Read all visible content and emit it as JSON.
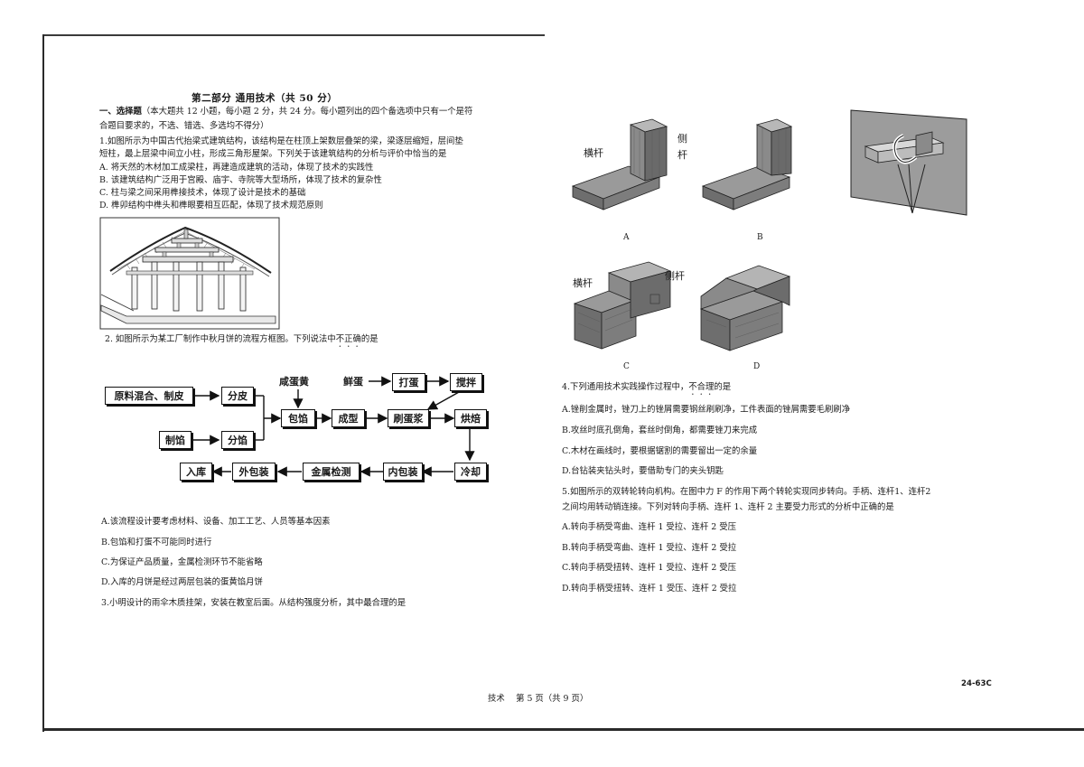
{
  "part_title": "第二部分 通用技术（共 50 分）",
  "section": {
    "heading": "一、选择题",
    "intro_line1": "（本大题共 12 小题，每小题 2 分，共 24 分。每小题列出的四个备选项中只有一个是符",
    "intro_line2": "合题目要求的，不选、错选、多选均不得分）"
  },
  "q1": {
    "stem_line1": "1.如图所示为中国古代抬梁式建筑结构，该结构是在柱顶上架数层叠架的梁，梁逐层缩短，层间垫",
    "stem_line2": "短柱，最上层梁中间立小柱，形成三角形屋架。下列关于该建筑结构的分析与评价中恰当的是",
    "options": [
      "A. 将天然的木材加工成梁柱，再建造成建筑的活动，体现了技术的实践性",
      "B. 该建筑结构广泛用于宫殿、庙宇、寺院等大型场所，体现了技术的复杂性",
      "C. 柱与梁之间采用榫接技术，体现了设计是技术的基础",
      "D. 榫卯结构中榫头和榫眼要相互匹配，体现了技术规范原则"
    ]
  },
  "q2": {
    "stem_pre": "2. 如图所示为某工厂制作中秋月饼的流程方框图。下列说法中",
    "stem_emph": "不正确",
    "stem_post": "的是",
    "flow": {
      "raw_mix": "原料混合、制皮",
      "split_skin": "分皮",
      "salted_yolk": "咸蛋黄",
      "fresh_egg": "鲜蛋",
      "beat_egg": "打蛋",
      "stir": "搅拌",
      "wrap": "包馅",
      "mold": "成型",
      "brush": "刷蛋浆",
      "bake": "烘焙",
      "make_filling": "制馅",
      "split_filling": "分馅",
      "cool": "冷却",
      "inner_pack": "内包装",
      "metal_check": "金属检测",
      "outer_pack": "外包装",
      "store": "入库"
    },
    "options": [
      "A.该流程设计要考虑材料、设备、加工工艺、人员等基本因素",
      "B.包馅和打蛋不可能同时进行",
      "C.为保证产品质量，金属检测环节不能省略",
      "D.入库的月饼是经过两层包装的蛋黄馅月饼"
    ]
  },
  "q3": {
    "stem": "3.小明设计的雨伞木质挂架，安装在教室后面。从结构强度分析，其中最合理的是",
    "fig_labels": {
      "crossbar": "横杆",
      "side_bar_v1": "侧",
      "side_bar_v2": "杆",
      "side_bar": "侧杆"
    },
    "option_letters": [
      "A",
      "B",
      "C",
      "D"
    ]
  },
  "q4": {
    "stem_pre": "4.下列通用技术实践操作过程中，",
    "stem_emph": "不合理",
    "stem_post": "的是",
    "options": [
      "A.锉削金属时，锉刀上的锉屑需要钢丝刷刷净，工件表面的锉屑需要毛刷刷净",
      "B.攻丝时底孔倒角，套丝时倒角，都需要锉刀来完成",
      "C.木材在画线时，要根据锯割的需要留出一定的余量",
      "D.台钻装夹钻头时，要借助专门的夹头钥匙"
    ]
  },
  "q5": {
    "stem_line1": "5.如图所示的双转轮转向机构。在图中力 F 的作用下两个转轮实现同步转向。手柄、连杆1、连杆2",
    "stem_line2": "之间均用转动销连接。下列对转向手柄、连杆 1、连杆 2 主要受力形式的分析中正确的是",
    "options": [
      "A.转向手柄受弯曲、连杆 1 受拉、连杆 2 受压",
      "B.转向手柄受弯曲、连杆 1 受拉、连杆 2 受拉",
      "C.转向手柄受扭转、连杆 1 受拉、连杆 2 受压",
      "D.转向手柄受扭转、连杆 1 受压、连杆 2 受拉"
    ]
  },
  "footer": {
    "page": "技术　 第 5 页（共 9 页）",
    "code": "24-63C"
  }
}
